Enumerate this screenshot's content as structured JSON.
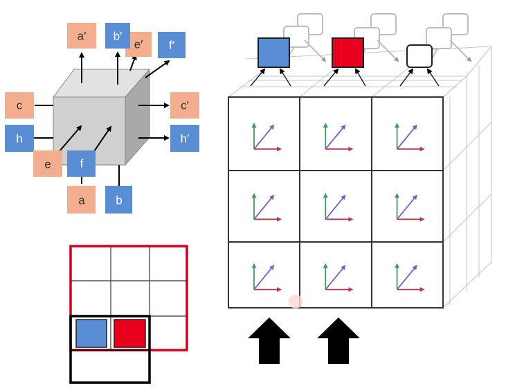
{
  "colors": {
    "orange_box": "#F2AE8E",
    "blue_box": "#5A8ED4",
    "cube_front": "#D0D0D0",
    "cube_top": "#E2E2E2",
    "cube_side": "#A9A9A9",
    "red": "#E8001C",
    "grid_line": "#333333",
    "axis_x": "#B43A55",
    "axis_y": "#3E9A5C",
    "axis_z": "#7D5BC9"
  },
  "cell_diagram": {
    "labels": {
      "a_prime": "a′",
      "b_prime": "b′",
      "e_prime": "e′",
      "f_prime": "f′",
      "c": "c",
      "h": "h",
      "c_prime": "c′",
      "h_prime": "h′",
      "e": "e",
      "f": "f",
      "a": "a",
      "b": "b"
    }
  },
  "lattice": {
    "rows": 3,
    "cols": 3,
    "output_colors": [
      "#5A8ED4",
      "#E8001C",
      "#FFFFFF"
    ]
  },
  "minimap": {
    "rows": 4,
    "cols": 3
  },
  "icons": [
    "axes-icon",
    "up-arrow-icon"
  ]
}
